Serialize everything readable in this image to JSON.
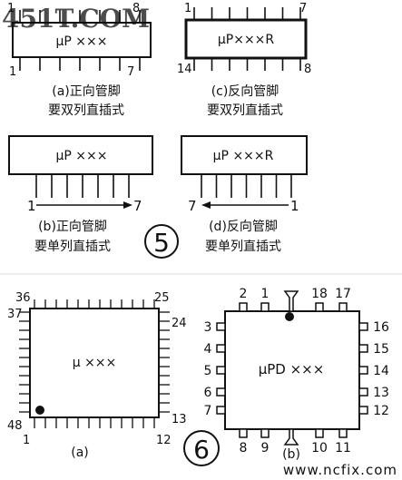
{
  "watermark_top": "451T.COM",
  "watermark_bottom": "www.ncfix.com",
  "section5_number": "5",
  "section6_number": "6",
  "fig_a": {
    "chip": "µP ×××",
    "pin_tl": "1",
    "pin_tr": "8",
    "pin_bl": "1",
    "pin_br": "7",
    "caption1": "(a)正向管脚",
    "caption2": "要双列直插式"
  },
  "fig_c": {
    "chip": "µP×××R",
    "pin_tl": "1",
    "pin_tr": "7",
    "pin_bl": "14",
    "pin_br": "8",
    "caption1": "(c)反向管脚",
    "caption2": "要双列直插式"
  },
  "fig_b": {
    "chip": "µP ×××",
    "pin_start": "1",
    "pin_end": "7",
    "caption1": "(b)正向管脚",
    "caption2": "要单列直插式"
  },
  "fig_d": {
    "chip": "µP ×××R",
    "pin_start": "7",
    "pin_end": "1",
    "caption1": "(d)反向管脚",
    "caption2": "要单列直插式"
  },
  "qfp": {
    "chip": "µ ×××",
    "pin_tl": "36",
    "pin_tr": "25",
    "pin_lt": "37",
    "pin_rt": "24",
    "pin_lb": "48",
    "pin_rb": "13",
    "pin_bl": "1",
    "pin_br": "12",
    "caption": "(a)"
  },
  "plcc": {
    "chip": "µPD ×××",
    "caption": "(b)",
    "top": [
      "2",
      "1",
      "18",
      "17"
    ],
    "left": [
      "3",
      "4",
      "5",
      "6",
      "7"
    ],
    "right": [
      "16",
      "15",
      "14",
      "13",
      "12"
    ],
    "bottom": [
      "8",
      "9",
      "10",
      "11"
    ]
  }
}
